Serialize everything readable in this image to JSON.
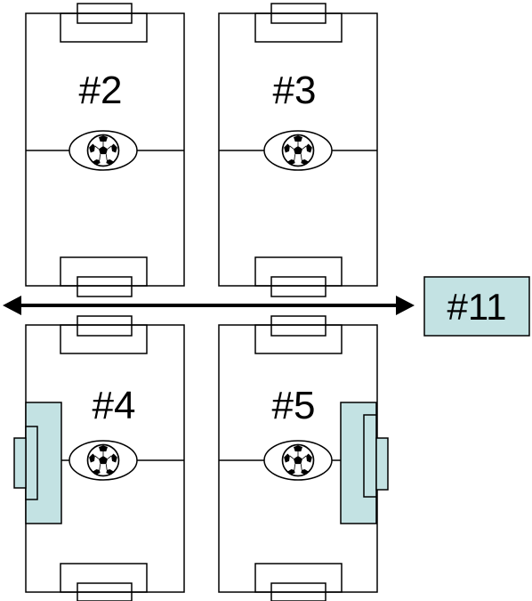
{
  "colors": {
    "line": "#000000",
    "field_background": "#ffffff",
    "highlight": "#c3e2e3"
  },
  "fields": [
    {
      "id": "field-2",
      "label": "#2"
    },
    {
      "id": "field-3",
      "label": "#3"
    },
    {
      "id": "field-4",
      "label": "#4"
    },
    {
      "id": "field-5",
      "label": "#5"
    }
  ],
  "arrow": {
    "label": "#11",
    "direction": "both-ways"
  },
  "icons": {
    "ball": "soccer-ball-icon"
  }
}
